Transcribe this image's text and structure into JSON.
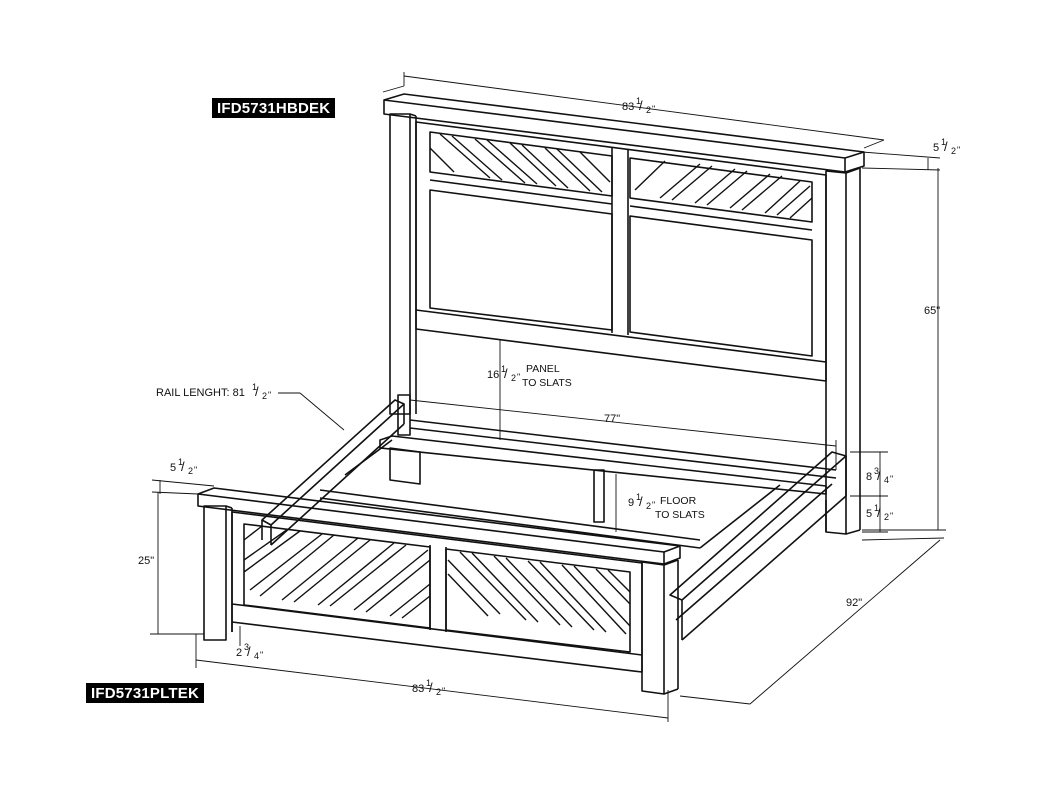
{
  "models": {
    "headboard": "IFD5731HBDEK",
    "footboard": "IFD5731PLTEK"
  },
  "dimensions": {
    "hb_width": {
      "whole": "83",
      "num": "1",
      "den": "2",
      "unit": "\""
    },
    "hb_depth": {
      "whole": "5",
      "num": "1",
      "den": "2",
      "unit": "\""
    },
    "hb_height": "65\"",
    "panel_to_slats": {
      "whole": "16",
      "num": "1",
      "den": "2",
      "unit": "\"",
      "text1": "PANEL",
      "text2": "TO SLATS"
    },
    "inner_width": "77\"",
    "rail_length_label": "RAIL LENGHT: 81",
    "rail_length": {
      "num": "1",
      "den": "2",
      "unit": "\""
    },
    "rail_height": {
      "whole": "8",
      "num": "3",
      "den": "4",
      "unit": "\""
    },
    "rail_to_floor": {
      "whole": "5",
      "num": "1",
      "den": "2",
      "unit": "\""
    },
    "floor_to_slats": {
      "whole": "9",
      "num": "1",
      "den": "2",
      "unit": "\"",
      "text1": "FLOOR",
      "text2": "TO SLATS"
    },
    "fb_depth": {
      "whole": "5",
      "num": "1",
      "den": "2",
      "unit": "\""
    },
    "fb_height": "25\"",
    "fb_leg_gap": {
      "whole": "2",
      "num": "3",
      "den": "4",
      "unit": "\""
    },
    "fb_width": {
      "whole": "83",
      "num": "1",
      "den": "2",
      "unit": "\""
    },
    "bed_length": "92\""
  }
}
